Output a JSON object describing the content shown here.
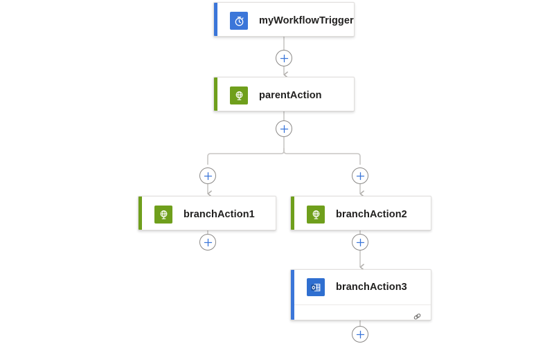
{
  "canvas": {
    "background": "#ffffff",
    "edge_color": "#c8c6c4",
    "accent_blue": "#3b76d9",
    "accent_green": "#6f9f1c",
    "plus_color": "#3b76d9",
    "title_color": "#201f1e"
  },
  "nodes": [
    {
      "id": "trigger",
      "title": "myWorkflowTrigger",
      "icon": "timer-icon",
      "accent": "#3b76d9",
      "kind": "trigger"
    },
    {
      "id": "parent",
      "title": "parentAction",
      "icon": "http-globe-icon",
      "accent": "#6f9f1c",
      "kind": "action"
    },
    {
      "id": "branch1",
      "title": "branchAction1",
      "icon": "http-globe-icon",
      "accent": "#6f9f1c",
      "kind": "action"
    },
    {
      "id": "branch2",
      "title": "branchAction2",
      "icon": "http-globe-icon",
      "accent": "#6f9f1c",
      "kind": "action"
    },
    {
      "id": "branch3",
      "title": "branchAction3",
      "icon": "outlook-icon",
      "accent": "#3b76d9",
      "kind": "action",
      "footer_icon": "link-chain-icon"
    }
  ],
  "add_buttons": [
    {
      "id": "add-after-trigger",
      "label": "+"
    },
    {
      "id": "add-after-parent",
      "label": "+"
    },
    {
      "id": "add-branch-left",
      "label": "+"
    },
    {
      "id": "add-branch-right",
      "label": "+"
    },
    {
      "id": "add-after-branch1",
      "label": "+"
    },
    {
      "id": "add-after-branch2",
      "label": "+"
    },
    {
      "id": "add-after-branch3",
      "label": "+"
    }
  ]
}
